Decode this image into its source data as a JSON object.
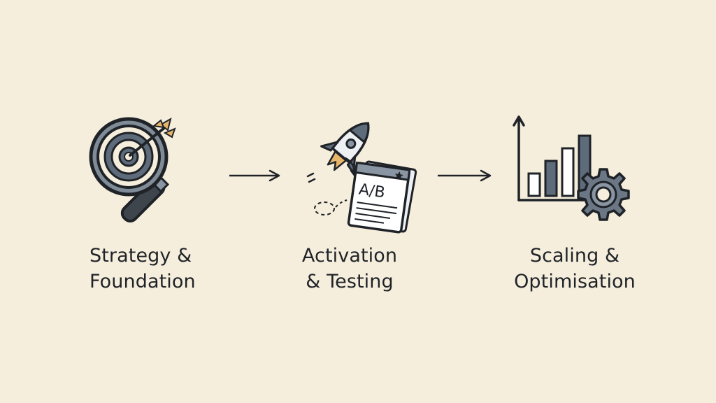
{
  "steps": [
    {
      "id": "strategy",
      "icon": "target-magnifier-icon",
      "line1": "Strategy &",
      "line2": "Foundation"
    },
    {
      "id": "activation",
      "icon": "rocket-ab-test-icon",
      "line1": "Activation",
      "line2": "& Testing"
    },
    {
      "id": "scaling",
      "icon": "chart-gear-icon",
      "line1": "Scaling &",
      "line2": "Optimisation"
    }
  ],
  "ab_card_text": "A/B",
  "colors": {
    "background": "#f6eedc",
    "ink": "#1f2328",
    "slate": "#5d6b7a",
    "light_slate": "#b9c3cd",
    "accent": "#e7b56a"
  }
}
